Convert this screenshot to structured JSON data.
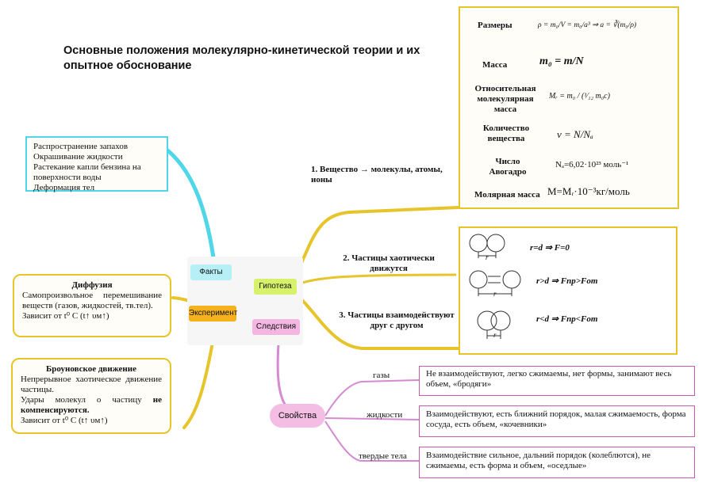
{
  "title": "Основные положения молекулярно-кинетической теории и их опытное обоснование",
  "center": {
    "facts": "Факты",
    "hypothesis": "Гипотеза",
    "experiment": "Эксперимент",
    "consequences": "Следствия"
  },
  "facts_note": {
    "lines": [
      "Распространение запахов",
      "Окрашивание жидкости",
      "Растекание капли бензина на поверхности воды",
      "Деформация тел"
    ]
  },
  "diffusion": {
    "title": "Диффузия",
    "text": "Самопроизвольное перемешивание веществ (газов, жидкостей, тв.тел).",
    "depends": "Зависит от t⁰ С (t↑ υм↑)"
  },
  "brownian": {
    "title": "Броуновское движение",
    "text1": "Непрерывное хаотическое движение частицы.",
    "text2a": "Удары молекул о частицу",
    "text2b": "не компенсируются.",
    "depends": "Зависит от t⁰ С (t↑ υм↑)"
  },
  "branches": {
    "b1": "1. Вещество → молекулы, атомы, ионы",
    "b2": "2. Частицы хаотически движутся",
    "b3": "3. Частицы взаимодействуют друг с другом"
  },
  "quantities": {
    "sizes_label": "Размеры",
    "sizes_formula": "ρ = m₀/V = m₀/a³ ⇒ a = ∛(m₀/ρ)",
    "mass_label": "Масса",
    "mass_formula": "m₀ = m/N",
    "relmass_label": "Относительная молекулярная масса",
    "relmass_formula": "Mᵣ = m₀ / (¹⁄₁₂ m₀c)",
    "amount_label": "Количество вещества",
    "amount_formula": "ν = N/Nₐ",
    "avogadro_label": "Число Авогадро",
    "avogadro_value": "Nₐ=6,02·10²³ моль⁻¹",
    "molar_label": "Молярная масса",
    "molar_value": "M=Mᵣ·10⁻³кг/моль"
  },
  "interaction": {
    "r1": "r=d ⇒ F=0",
    "r2": "r>d ⇒ Fпр>Fот",
    "r3": "r<d ⇒ Fпр<Fот",
    "r_letter": "r"
  },
  "properties": {
    "node": "Свойства",
    "gas_label": "газы",
    "gas_text": "Не взаимодействуют, легко сжимаемы, нет формы, занимают весь объем, «бродяги»",
    "liquid_label": "жидкости",
    "liquid_text": "Взаимодействуют, есть ближний порядок, малая сжимаемость, форма сосуда, есть объем, «кочевники»",
    "solid_label": "твердые тела",
    "solid_text": "Взаимодействие сильное, дальний порядок (колеблются), не сжимаемы, есть форма и объем, «оседлые»"
  },
  "colors": {
    "yellow": "#e6c42a",
    "cyan": "#4fd6e8",
    "pink": "#c95aa9",
    "facts_bg": "#b6f0f6",
    "hypothesis_bg": "#d7f26a",
    "experiment_bg": "#f5b21e",
    "consequences_bg": "#f3b6e0"
  }
}
